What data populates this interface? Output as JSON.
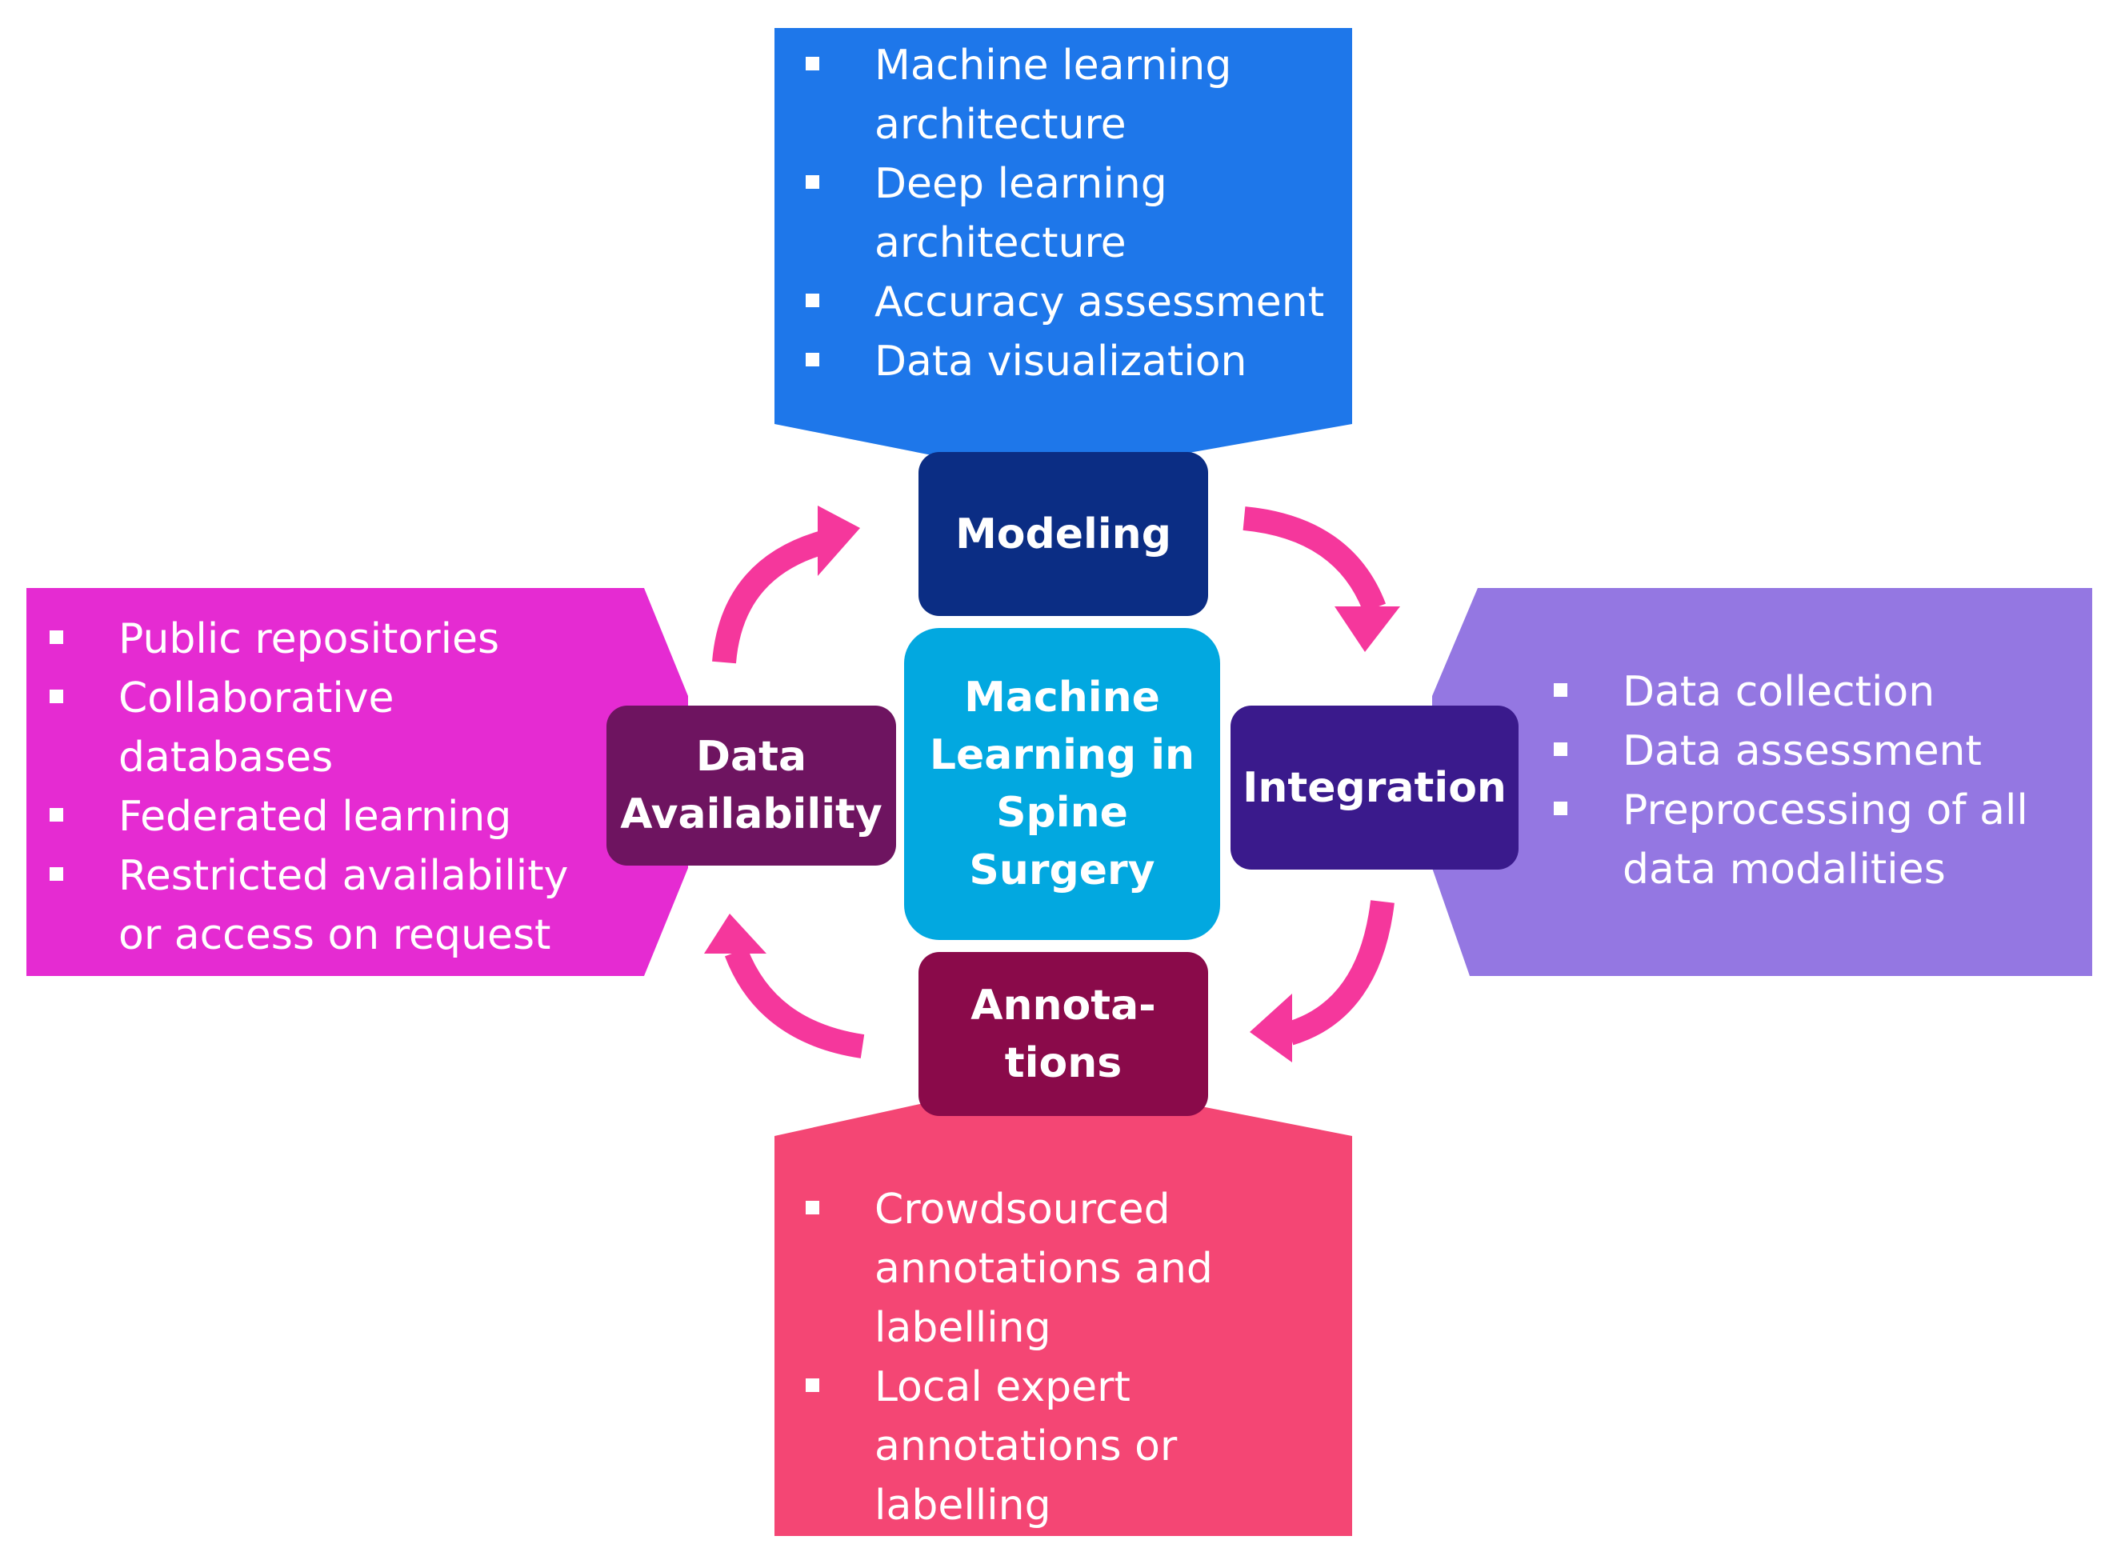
{
  "center": {
    "label": "Machine\nLearning in\nSpine\nSurgery"
  },
  "stages": {
    "modeling": {
      "label": "Modeling",
      "items": [
        "Machine learning architecture",
        "Deep learning architecture",
        "Accuracy assessment",
        "Data visualization"
      ]
    },
    "integration": {
      "label": "Integration",
      "items": [
        "Data collection",
        "Data assessment",
        "Preprocessing of all data modalities"
      ]
    },
    "annotations": {
      "label": "Annota-\ntions",
      "items": [
        "Crowdsourced annotations and labelling",
        "Local expert annotations or labelling"
      ]
    },
    "data_availability": {
      "label": "Data\nAvailability",
      "items": [
        "Public repositories",
        "Collaborative databases",
        "Federated learning",
        "Restricted availability or access on request"
      ]
    }
  },
  "colors": {
    "modeling_panel": "#1e77ea",
    "modeling_node": "#0b2d84",
    "integration_panel": "#9477e2",
    "integration_node": "#3a1a8c",
    "annotations_panel": "#f44674",
    "annotations_node": "#8a0a4a",
    "availability_panel": "#e52bd2",
    "availability_node": "#6e1460",
    "center_node": "#02a8e0",
    "arrow": "#f5379c"
  }
}
